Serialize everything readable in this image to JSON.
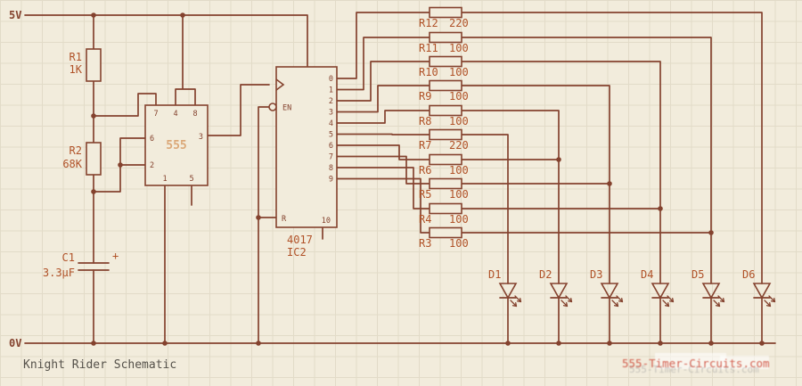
{
  "title": "Knight Rider Schematic",
  "watermark": {
    "primary": "555-Timer-Circuits.com"
  },
  "rails": {
    "top_label": "5V",
    "bottom_label": "0V"
  },
  "r1": {
    "name": "R1",
    "value": "1K"
  },
  "r2": {
    "name": "R2",
    "value": "68K"
  },
  "c1": {
    "name": "C1",
    "value": "3.3µF",
    "polarity": "+"
  },
  "ic555": {
    "label": "555",
    "pins_top": [
      "7",
      "4",
      "8"
    ],
    "pins_left": [
      "6",
      "2"
    ],
    "pins_right": [
      "3"
    ],
    "pins_bottom": [
      "1",
      "5"
    ]
  },
  "ic4017": {
    "label": "4017",
    "ref": "IC2",
    "enable_label": "EN",
    "reset_label": "R",
    "carry_label": "10",
    "outputs": [
      "0",
      "1",
      "2",
      "3",
      "4",
      "5",
      "6",
      "7",
      "8",
      "9"
    ]
  },
  "bank": [
    {
      "name": "R12",
      "value": "220"
    },
    {
      "name": "R11",
      "value": "100"
    },
    {
      "name": "R10",
      "value": "100"
    },
    {
      "name": "R9",
      "value": "100"
    },
    {
      "name": "R8",
      "value": "100"
    },
    {
      "name": "R7",
      "value": "220"
    },
    {
      "name": "R6",
      "value": "100"
    },
    {
      "name": "R5",
      "value": "100"
    },
    {
      "name": "R4",
      "value": "100"
    },
    {
      "name": "R3",
      "value": "100"
    }
  ],
  "leds": [
    {
      "name": "D1"
    },
    {
      "name": "D2"
    },
    {
      "name": "D3"
    },
    {
      "name": "D4"
    },
    {
      "name": "D5"
    },
    {
      "name": "D6"
    }
  ]
}
